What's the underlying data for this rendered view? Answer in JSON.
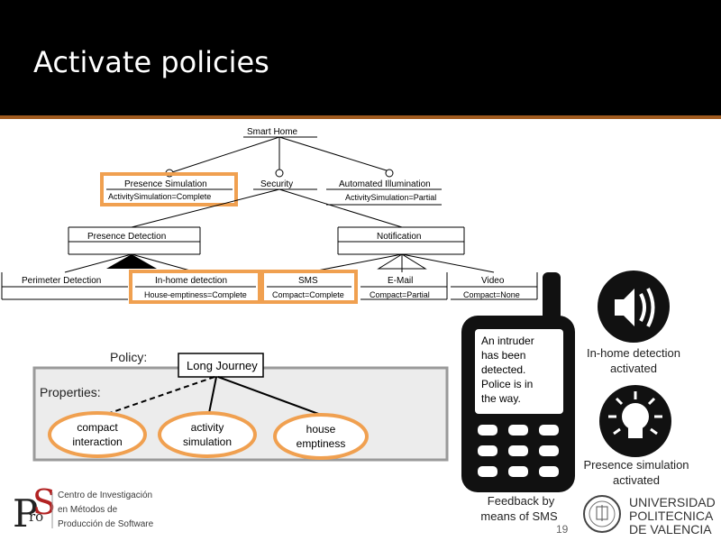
{
  "slide": {
    "title": "Activate policies",
    "page_number": "19"
  },
  "feature_model": {
    "root": "Smart Home",
    "presence_simulation": "Presence Simulation",
    "presence_simulation_attr": "ActivitySimulation=Complete",
    "security": "Security",
    "automated_illumination": "Automated Illumination",
    "automated_illumination_attr": "ActivitySimulation=Partial",
    "presence_detection": "Presence Detection",
    "notification": "Notification",
    "perimeter_detection": "Perimeter Detection",
    "inhome_detection": "In-home detection",
    "inhome_detection_attr": "House-emptiness=Complete",
    "sms": "SMS",
    "sms_attr": "Compact=Complete",
    "email": "E-Mail",
    "email_attr": "Compact=Partial",
    "video": "Video",
    "video_attr": "Compact=None"
  },
  "policy": {
    "policy_label": "Policy:",
    "policy_name": "Long Journey",
    "properties_label": "Properties:",
    "prop1_line1": "compact",
    "prop1_line2": "interaction",
    "prop2_line1": "activity",
    "prop2_line2": "simulation",
    "prop3_line1": "house",
    "prop3_line2": "emptiness"
  },
  "phone": {
    "line1": "An intruder",
    "line2": "has been",
    "line3": "detected.",
    "line4": "Police is in",
    "line5": "the way.",
    "caption1": "Feedback by",
    "caption2": "means of SMS"
  },
  "indicators": {
    "inhome_line1": "In-home detection",
    "inhome_line2": "activated",
    "presence_line1": "Presence simulation",
    "presence_line2": "activated"
  },
  "logos": {
    "pros_line1": "Centro de Investigación",
    "pros_line2": "en Métodos de",
    "pros_line3": "Producción de Software",
    "upv_line1": "UNIVERSIDAD",
    "upv_line2": "POLITECNICA",
    "upv_line3": "DE VALENCIA"
  },
  "colors": {
    "highlight": "#f0a050",
    "accent_bar": "#a05a1e",
    "pros_red": "#b22222"
  }
}
